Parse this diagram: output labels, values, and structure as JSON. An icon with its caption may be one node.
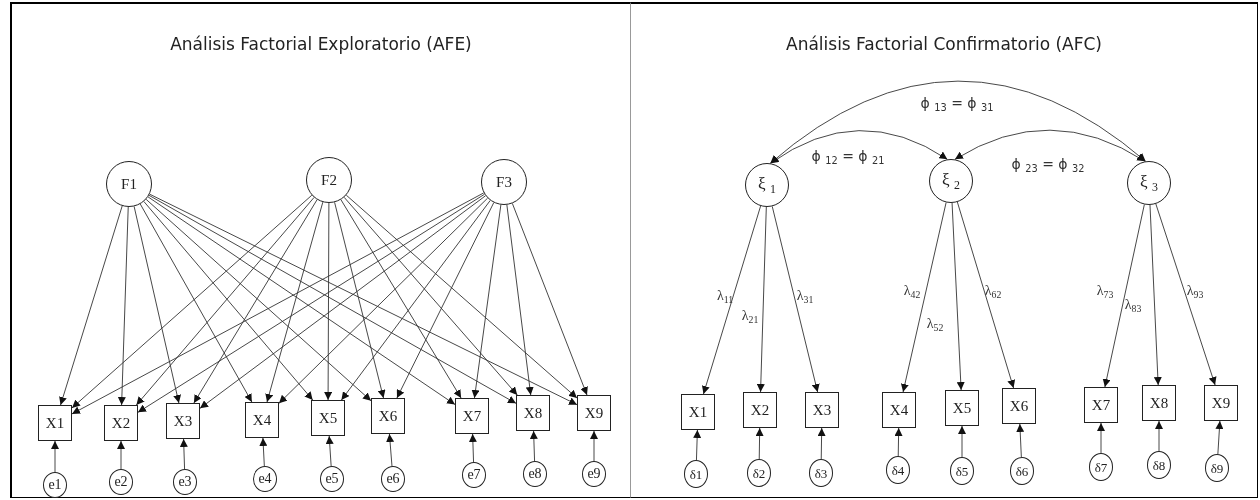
{
  "diagram": {
    "nodes": [
      {
        "text": [
          "Análisis Factorial Exploratorio (AFE)"
        ]
      },
      {
        "text": [
          "F1"
        ],
        "in": 0
      },
      {
        "text": [
          "F2"
        ],
        "in": 0
      },
      {
        "text": [
          "F3"
        ],
        "in": 0
      },
      {
        "text": [
          "X1"
        ],
        "in": 0
      },
      {
        "text": [
          "X2"
        ],
        "in": 0
      },
      {
        "text": [
          "X3"
        ],
        "in": 0
      },
      {
        "text": [
          "X4"
        ],
        "in": 0
      },
      {
        "text": [
          "X5"
        ],
        "in": 0
      },
      {
        "text": [
          "X6"
        ],
        "in": 0
      },
      {
        "text": [
          "X7"
        ],
        "in": 0
      },
      {
        "text": [
          "X8"
        ],
        "in": 0
      },
      {
        "text": [
          "X9"
        ],
        "in": 0
      },
      {
        "text": [
          "e1"
        ],
        "in": 0
      },
      {
        "text": [
          "e2"
        ],
        "in": 0
      },
      {
        "text": [
          "e3"
        ],
        "in": 0
      },
      {
        "text": [
          "e4"
        ],
        "in": 0
      },
      {
        "text": [
          "e5"
        ],
        "in": 0
      },
      {
        "text": [
          "e6"
        ],
        "in": 0
      },
      {
        "text": [
          "e7"
        ],
        "in": 0
      },
      {
        "text": [
          "e8"
        ],
        "in": 0
      },
      {
        "text": [
          "e9"
        ],
        "in": 0
      },
      {
        "text": [
          "Análisis Factorial Confirmatorio (AFC)"
        ]
      },
      {
        "text": [
          "ξ $_{1}$"
        ],
        "in": 22
      },
      {
        "text": [
          "ξ $_{2}$"
        ],
        "in": 22
      },
      {
        "text": [
          "ξ $_{3}$"
        ],
        "in": 22
      },
      {
        "text": [
          "X1"
        ],
        "in": 22
      },
      {
        "text": [
          "X2"
        ],
        "in": 22
      },
      {
        "text": [
          "X3"
        ],
        "in": 22
      },
      {
        "text": [
          "X4"
        ],
        "in": 22
      },
      {
        "text": [
          "X5"
        ],
        "in": 22
      },
      {
        "text": [
          "X6"
        ],
        "in": 22
      },
      {
        "text": [
          "X7"
        ],
        "in": 22
      },
      {
        "text": [
          "X8"
        ],
        "in": 22
      },
      {
        "text": [
          "X9"
        ],
        "in": 22
      },
      {
        "text": [
          "δ1"
        ],
        "in": 22
      },
      {
        "text": [
          "δ2"
        ],
        "in": 22
      },
      {
        "text": [
          "δ3"
        ],
        "in": 22
      },
      {
        "text": [
          "δ4"
        ],
        "in": 22
      },
      {
        "text": [
          "δ5"
        ],
        "in": 22
      },
      {
        "text": [
          "δ6"
        ],
        "in": 22
      },
      {
        "text": [
          "δ7"
        ],
        "in": 22
      },
      {
        "text": [
          "δ8"
        ],
        "in": 22
      },
      {
        "text": [
          "δ9"
        ],
        "in": 22
      }
    ],
    "edges": [
      {
        "from": 1,
        "to": 4,
        "arrow": "to"
      },
      {
        "from": 1,
        "to": 5,
        "arrow": "to"
      },
      {
        "from": 1,
        "to": 6,
        "arrow": "to"
      },
      {
        "from": 1,
        "to": 7,
        "arrow": "to"
      },
      {
        "from": 1,
        "to": 8,
        "arrow": "to"
      },
      {
        "from": 1,
        "to": 9,
        "arrow": "to"
      },
      {
        "from": 1,
        "to": 10,
        "arrow": "to"
      },
      {
        "from": 1,
        "to": 11,
        "arrow": "to"
      },
      {
        "from": 1,
        "to": 12,
        "arrow": "to"
      },
      {
        "from": 2,
        "to": 4,
        "arrow": "to"
      },
      {
        "from": 2,
        "to": 5,
        "arrow": "to"
      },
      {
        "from": 2,
        "to": 6,
        "arrow": "to"
      },
      {
        "from": 2,
        "to": 7,
        "arrow": "to"
      },
      {
        "from": 2,
        "to": 8,
        "arrow": "to"
      },
      {
        "from": 2,
        "to": 9,
        "arrow": "to"
      },
      {
        "from": 2,
        "to": 10,
        "arrow": "to"
      },
      {
        "from": 2,
        "to": 11,
        "arrow": "to"
      },
      {
        "from": 2,
        "to": 12,
        "arrow": "to"
      },
      {
        "from": 3,
        "to": 4,
        "arrow": "to"
      },
      {
        "from": 3,
        "to": 5,
        "arrow": "to"
      },
      {
        "from": 3,
        "to": 6,
        "arrow": "to"
      },
      {
        "from": 3,
        "to": 7,
        "arrow": "to"
      },
      {
        "from": 3,
        "to": 8,
        "arrow": "to"
      },
      {
        "from": 3,
        "to": 9,
        "arrow": "to"
      },
      {
        "from": 3,
        "to": 10,
        "arrow": "to"
      },
      {
        "from": 3,
        "to": 11,
        "arrow": "to"
      },
      {
        "from": 3,
        "to": 12,
        "arrow": "to"
      },
      {
        "from": 13,
        "to": 4,
        "arrow": "to"
      },
      {
        "from": 14,
        "to": 5,
        "arrow": "to"
      },
      {
        "from": 15,
        "to": 6,
        "arrow": "to"
      },
      {
        "from": 16,
        "to": 7,
        "arrow": "to"
      },
      {
        "from": 17,
        "to": 8,
        "arrow": "to"
      },
      {
        "from": 18,
        "to": 9,
        "arrow": "to"
      },
      {
        "from": 19,
        "to": 10,
        "arrow": "to"
      },
      {
        "from": 20,
        "to": 11,
        "arrow": "to"
      },
      {
        "from": 21,
        "to": 12,
        "arrow": "to"
      },
      {
        "from": 23,
        "to": 25,
        "arrow": "both",
        "label": "ϕ $_{13}$ = ϕ $_{31}$"
      },
      {
        "from": 23,
        "to": 24,
        "arrow": "both",
        "label": "ϕ $_{12}$ = ϕ $_{21}$"
      },
      {
        "from": 24,
        "to": 25,
        "arrow": "both",
        "label": "ϕ $_{23}$ = ϕ $_{32}$"
      },
      {
        "from": 23,
        "to": 26,
        "arrow": "to",
        "label": "λ$_{11}$"
      },
      {
        "from": 23,
        "to": 27,
        "arrow": "to",
        "label": "λ$_{21}$"
      },
      {
        "from": 23,
        "to": 28,
        "arrow": "to",
        "label": "λ$_{31}$"
      },
      {
        "from": 24,
        "to": 29,
        "arrow": "to",
        "label": "λ$_{42}$"
      },
      {
        "from": 24,
        "to": 30,
        "arrow": "to",
        "label": "λ$_{52}$"
      },
      {
        "from": 24,
        "to": 31,
        "arrow": "to",
        "label": "λ$_{62}$"
      },
      {
        "from": 25,
        "to": 32,
        "arrow": "to",
        "label": "λ$_{73}$"
      },
      {
        "from": 25,
        "to": 33,
        "arrow": "to",
        "label": "λ$_{83}$"
      },
      {
        "from": 25,
        "to": 34,
        "arrow": "to",
        "label": "λ$_{93}$"
      },
      {
        "from": 35,
        "to": 26,
        "arrow": "to"
      },
      {
        "from": 36,
        "to": 27,
        "arrow": "to"
      },
      {
        "from": 37,
        "to": 28,
        "arrow": "to"
      },
      {
        "from": 38,
        "to": 29,
        "arrow": "to"
      },
      {
        "from": 39,
        "to": 30,
        "arrow": "to"
      },
      {
        "from": 40,
        "to": 31,
        "arrow": "to"
      },
      {
        "from": 41,
        "to": 32,
        "arrow": "to"
      },
      {
        "from": 42,
        "to": 33,
        "arrow": "to"
      },
      {
        "from": 43,
        "to": 34,
        "arrow": "to"
      }
    ]
  }
}
